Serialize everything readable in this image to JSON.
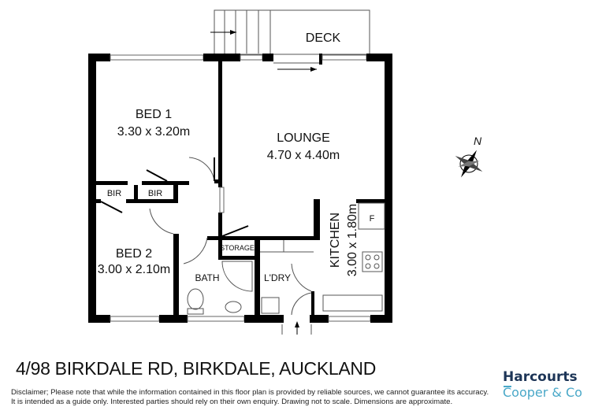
{
  "rooms": {
    "deck": "DECK",
    "bed1": {
      "name": "BED 1",
      "size": "3.30 x 3.20m"
    },
    "lounge": {
      "name": "LOUNGE",
      "size": "4.70 x 4.40m"
    },
    "bir1": "BIR",
    "bir2": "BIR",
    "bed2": {
      "name": "BED 2",
      "size": "3.00 x 2.10m"
    },
    "storage": "STORAGE",
    "bath": "BATH",
    "laundry": "L'DRY",
    "kitchen": {
      "name": "KITCHEN",
      "size": "3.00 x 1.80m"
    },
    "fridge": "F"
  },
  "compass": {
    "north": "N"
  },
  "address": "4/98 BIRKDALE RD, BIRKDALE, AUCKLAND",
  "disclaimer": {
    "line1": "Disclaimer; Please note that while the information contained in this floor plan is provided by reliable sources, we cannot guarantee its accuracy.",
    "line2": "It is intended as a guide only. Interested parties should rely on their own enquiry. Drawing not to scale.  Dimensions are approximate."
  },
  "logo": {
    "brand": "Harcourts",
    "office": "Cooper & Co",
    "brand_color": "#1d3557",
    "accent_color": "#4aa8c8"
  }
}
